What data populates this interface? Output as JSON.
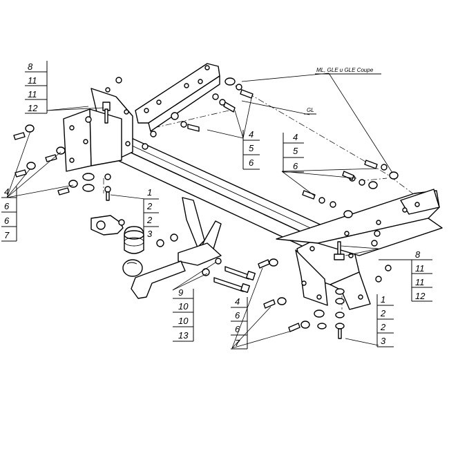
{
  "callouts": {
    "top_left": [
      "8",
      "11",
      "11",
      "12"
    ],
    "left_middle": [
      "4",
      "6",
      "6",
      "7"
    ],
    "center_left": [
      "1",
      "2",
      "2",
      "3"
    ],
    "center_upper": [
      "4",
      "5",
      "6"
    ],
    "right_upper": [
      "4",
      "5",
      "6"
    ],
    "right_middle": [
      "8",
      "11",
      "11",
      "12"
    ],
    "right_lower": [
      "1",
      "2",
      "2",
      "3"
    ],
    "bottom_center": [
      "4",
      "6",
      "6",
      "7"
    ],
    "bottom_left": [
      "9",
      "10",
      "10",
      "13"
    ]
  },
  "notes": {
    "ml_gle": "ML, GLE и GLE Coupe",
    "gl": "GL"
  }
}
